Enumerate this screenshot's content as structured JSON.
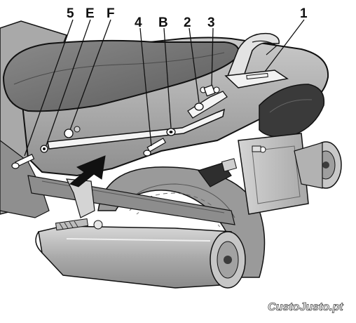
{
  "labels": {
    "l1": "1",
    "l2": "2",
    "l3": "3",
    "l4": "4",
    "lB": "B",
    "l5": "5",
    "lE": "E",
    "lF": "F"
  },
  "watermark": {
    "brand": "CustoJusto.pt"
  },
  "colors": {
    "body_dark": "#8c8c8c",
    "body_mid": "#b4b4b4",
    "body_light": "#d6d6d6",
    "seat": "#6e6e6e",
    "tail": "#3c3c3c",
    "outline": "#111111"
  }
}
